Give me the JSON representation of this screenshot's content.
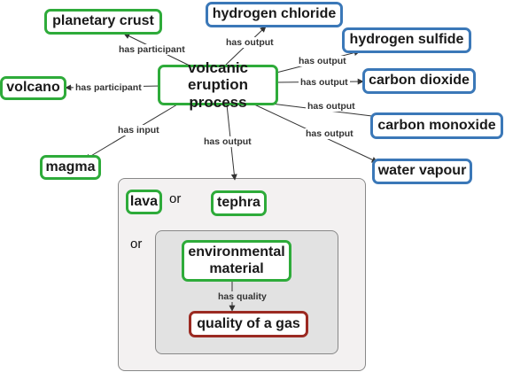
{
  "nodes": {
    "planetary_crust": "planetary crust",
    "hydrogen_chloride": "hydrogen chloride",
    "hydrogen_sulfide": "hydrogen sulfide",
    "volcanic_eruption": "volcanic eruption process",
    "volcano": "volcano",
    "carbon_dioxide": "carbon dioxide",
    "carbon_monoxide": "carbon monoxide",
    "magma": "magma",
    "water_vapour": "water vapour",
    "lava": "lava",
    "tephra": "tephra",
    "environmental_material": "environmental material",
    "quality_of_gas": "quality of a gas"
  },
  "edges": {
    "has_participant": "has participant",
    "has_output": "has output",
    "has_input": "has input",
    "has_quality": "has quality"
  },
  "connectors": {
    "or": "or"
  },
  "colors": {
    "input_participant": "#2eab3a",
    "output_gas": "#3b78b8",
    "quality": "#9b2a22",
    "group_outer": "#f3f1f1",
    "group_inner": "#e2e2e2"
  }
}
